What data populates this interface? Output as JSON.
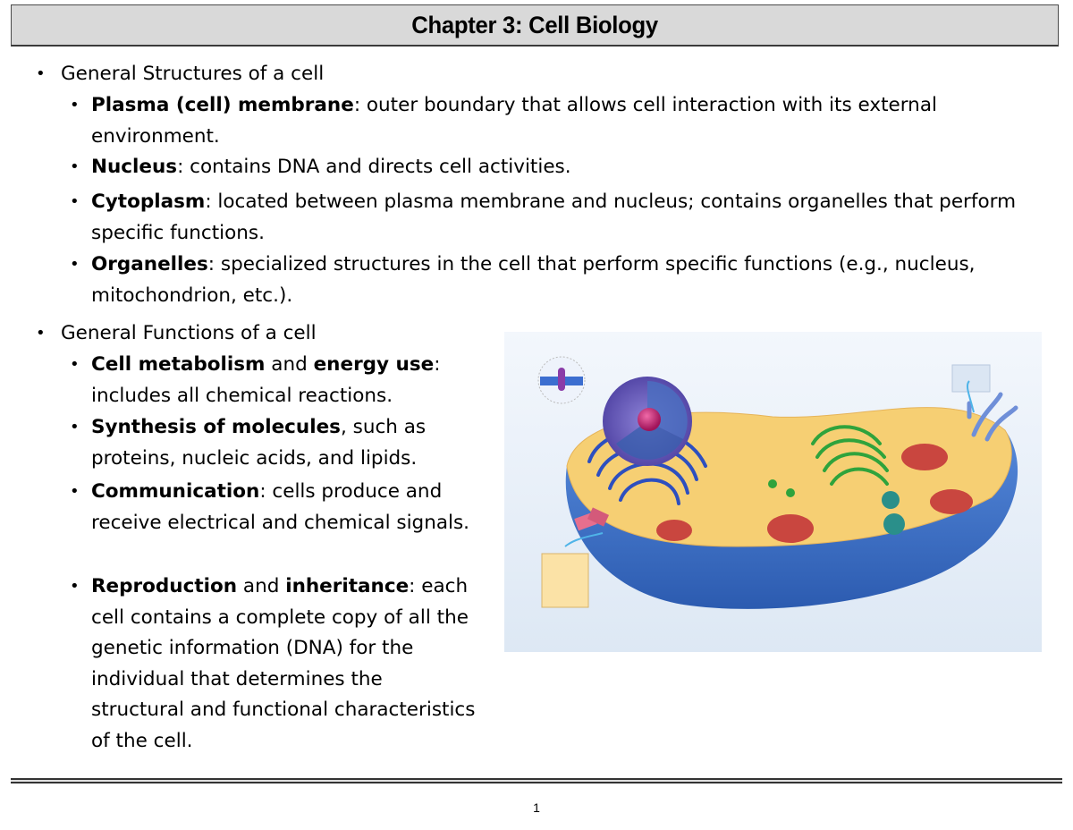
{
  "header": {
    "title": "Chapter 3: Cell Biology"
  },
  "sections": [
    {
      "heading": "General Structures of a cell",
      "items": [
        {
          "term": "Plasma (cell) membrane",
          "text": ": outer boundary that allows cell interaction with its external environment."
        },
        {
          "term": "Nucleus",
          "text": ": contains DNA and directs cell activities."
        },
        {
          "term": "Cytoplasm",
          "text": ": located between plasma membrane and nucleus; contains organelles that perform specific functions."
        },
        {
          "term": "Organelles",
          "text": ": specialized structures in the cell that perform specific functions (e.g., nucleus, mitochondrion, etc.)."
        }
      ]
    },
    {
      "heading": "General Functions of a cell",
      "items": [
        {
          "term": "Cell metabolism",
          "mid": " and ",
          "term2": "energy use",
          "text": ": includes all chemical reactions."
        },
        {
          "term": "Synthesis of molecules",
          "text": ", such as proteins, nucleic acids, and lipids."
        },
        {
          "term": "Communication",
          "text": ": cells produce and receive electrical and chemical signals."
        },
        {
          "term": "Reproduction",
          "mid": " and ",
          "term2": "inheritance",
          "text": ": each cell contains a complete copy of all the genetic information (DNA) for the individual that determines the structural and functional characteristics of the cell."
        }
      ]
    }
  ],
  "figure": {
    "alt": "Illustration of a generalized animal cell with organelles"
  },
  "bullet": "•",
  "footer": {
    "page_number": "1"
  },
  "colors": {
    "title_bg": "#d9d9d9",
    "cytoplasm": "#f6cf73",
    "cell_body": "#3f74c9",
    "nucleus": "#6a5bb8",
    "golgi": "#2fa33c",
    "mitochondria": "#c9463f"
  }
}
